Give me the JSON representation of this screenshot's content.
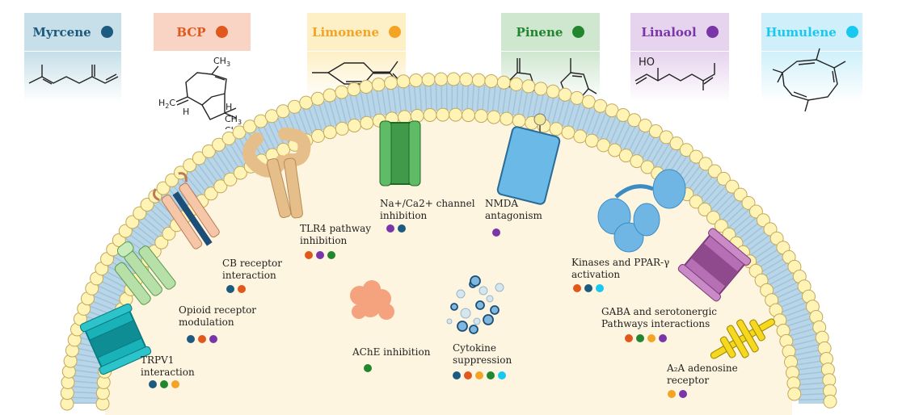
{
  "colors": {
    "myrcene": "#1d5a80",
    "bcp": "#e0581b",
    "limonene": "#f3a424",
    "pinene": "#22862e",
    "linalool": "#7a35a8",
    "humulene": "#19c8f1",
    "membrane": "#b9d6e9",
    "head": "#fff3b6",
    "cytoplasm": "#fdf5e0"
  },
  "terpenes": [
    {
      "key": "myrcene",
      "name": "Myrcene",
      "bg": "#c6dfe8",
      "text": "#1d5a80"
    },
    {
      "key": "bcp",
      "name": "BCP",
      "bg": "#f9d4c5",
      "text": "#e0581b"
    },
    {
      "key": "limonene",
      "name": "Limonene",
      "bg": "#fdefc6",
      "text": "#f3a424"
    },
    {
      "key": "pinene",
      "name": "Pinene",
      "bg": "#cfe6cf",
      "text": "#22862e"
    },
    {
      "key": "linalool",
      "name": "Linalool",
      "bg": "#e6d3ed",
      "text": "#7a35a8"
    },
    {
      "key": "humulene",
      "name": "Humulene",
      "bg": "#cff0fa",
      "text": "#19c8f1"
    }
  ],
  "chem": {
    "ch3": "CH",
    "sub3": "3",
    "h2c": "H",
    "sub2": "2",
    "c": "C",
    "h": "H",
    "ho": "HO"
  },
  "mechanisms": [
    {
      "id": "trpv1",
      "lines": [
        "TRPV1",
        "interaction"
      ],
      "dots": [
        "myrcene",
        "pinene",
        "limonene"
      ]
    },
    {
      "id": "opioid",
      "lines": [
        "Opioid receptor",
        "modulation"
      ],
      "dots": [
        "myrcene",
        "bcp",
        "linalool"
      ]
    },
    {
      "id": "cb",
      "lines": [
        "CB receptor",
        "interaction"
      ],
      "dots": [
        "myrcene",
        "bcp"
      ]
    },
    {
      "id": "tlr4",
      "lines": [
        "TLR4 pathway",
        "inhibition"
      ],
      "dots": [
        "bcp",
        "linalool",
        "pinene"
      ]
    },
    {
      "id": "na",
      "lines": [
        "Na+/Ca2+ channel",
        "inhibition"
      ],
      "dots": [
        "linalool",
        "myrcene"
      ]
    },
    {
      "id": "nmda",
      "lines": [
        "NMDA",
        "antagonism"
      ],
      "dots": [
        "linalool"
      ]
    },
    {
      "id": "kinase",
      "lines": [
        "Kinases and PPAR-γ",
        "activation"
      ],
      "dots": [
        "bcp",
        "myrcene",
        "humulene"
      ]
    },
    {
      "id": "gaba",
      "lines": [
        "GABA and serotonergic",
        "Pathways interactions"
      ],
      "dots": [
        "bcp",
        "pinene",
        "limonene",
        "linalool"
      ]
    },
    {
      "id": "a2a",
      "lines": [
        "A₂A adenosine",
        "receptor"
      ],
      "dots": [
        "limonene",
        "linalool"
      ]
    },
    {
      "id": "ache",
      "lines": [
        "AChE inhibition"
      ],
      "dots": [
        "pinene"
      ]
    },
    {
      "id": "cytokine",
      "lines": [
        "Cytokine",
        "suppression"
      ],
      "dots": [
        "myrcene",
        "bcp",
        "limonene",
        "pinene",
        "humulene"
      ]
    }
  ]
}
